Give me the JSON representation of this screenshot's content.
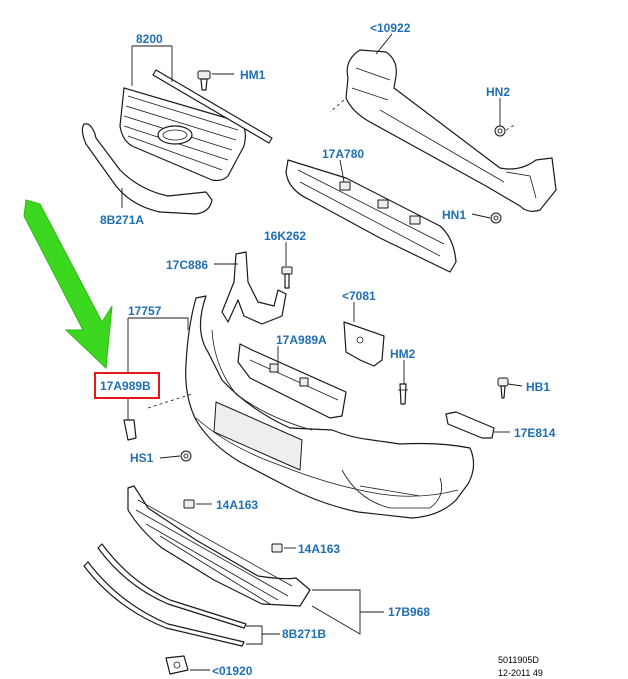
{
  "labels": {
    "grille": "8200",
    "hm1": "HM1",
    "reinforcement": "<10922",
    "hn2": "HN2",
    "absorber": "17A780",
    "hn1": "HN1",
    "grille_surround": "8B271A",
    "clip_16k262": "16K262",
    "bracket_17c886": "17C886",
    "bracket_7081": "<7081",
    "bumper_cover": "17757",
    "bracket_17a989a": "17A989A",
    "hm2": "HM2",
    "cover_17a989b": "17A989B",
    "hb1": "HB1",
    "bracket_17e814": "17E814",
    "hs1": "HS1",
    "clip_14a163_upper": "14A163",
    "clip_14a163_lower": "14A163",
    "lower_grille": "17B968",
    "moulding": "8B271B",
    "bracket_01920": "<01920"
  },
  "reference": {
    "code": "5011905D",
    "date": "12-2011 49"
  },
  "colors": {
    "label_blue": "#1f6fb3",
    "highlight_red": "#e8161b",
    "arrow_green": "#3bd81f",
    "line_dark": "#1a1a1a"
  },
  "icons": {
    "pointer": "green-arrow-icon"
  }
}
